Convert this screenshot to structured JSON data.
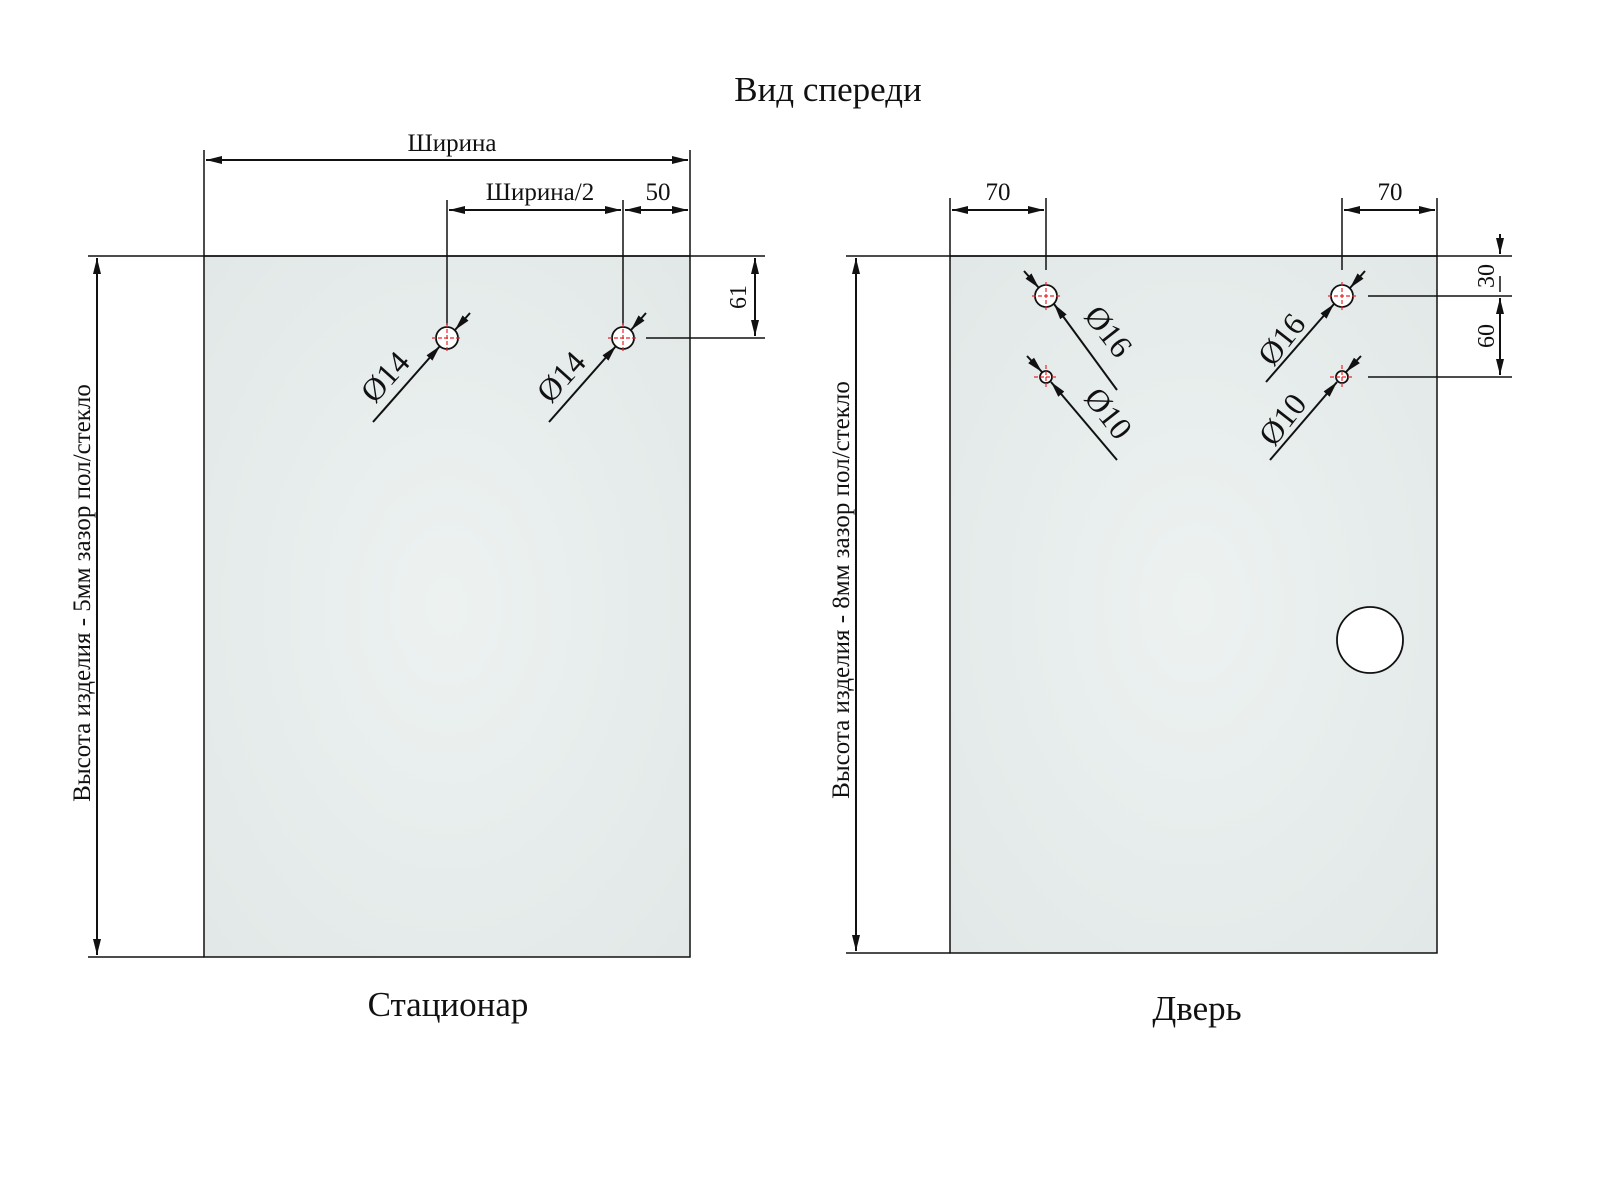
{
  "title": "Вид спереди",
  "left_panel": {
    "caption": "Стационар",
    "width_label": "Ширина",
    "half_width_label": "Ширина/2",
    "edge_offset": "50",
    "top_offset": "61",
    "height_label": "Высота изделия - 5мм зазор пол/стекло",
    "hole_labels": [
      "Ø14",
      "Ø14"
    ]
  },
  "right_panel": {
    "caption": "Дверь",
    "left_offset": "70",
    "right_offset": "70",
    "top_offset": "30",
    "hole_spacing": "60",
    "height_label": "Высота изделия - 8мм зазор пол/стекло",
    "hole_labels": [
      "Ø16",
      "Ø10",
      "Ø16",
      "Ø10"
    ]
  },
  "colors": {
    "glass": "#e4ebea",
    "centerline": "#e8262a"
  }
}
